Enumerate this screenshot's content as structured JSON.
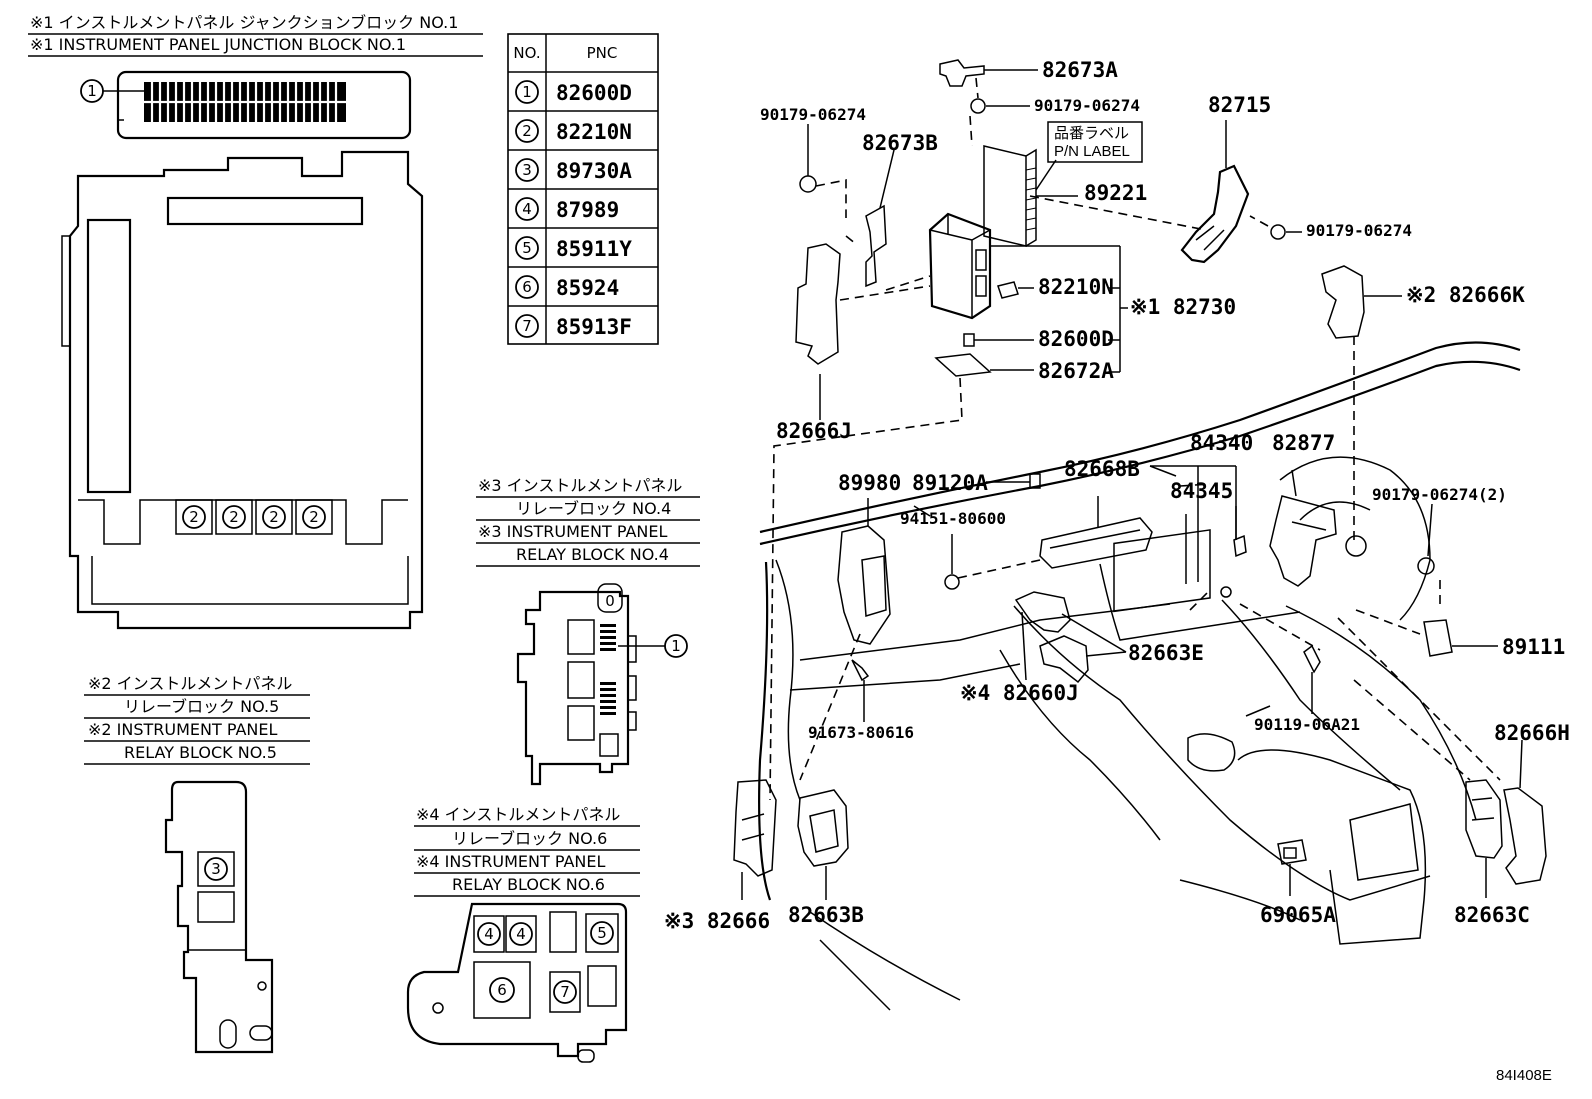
{
  "headings": {
    "jb1_jp": "※1 インストルメントパネル ジャンクションブロック NO.1",
    "jb1_en": "※1 INSTRUMENT PANEL JUNCTION BLOCK NO.1",
    "rb4_jp_1": "※3 インストルメントパネル",
    "rb4_jp_2": "リレーブロック NO.4",
    "rb4_en_1": "※3 INSTRUMENT PANEL",
    "rb4_en_2": "RELAY BLOCK NO.4",
    "rb5_jp_1": "※2 インストルメントパネル",
    "rb5_jp_2": "リレーブロック NO.5",
    "rb5_en_1": "※2 INSTRUMENT PANEL",
    "rb5_en_2": "RELAY BLOCK NO.5",
    "rb6_jp_1": "※4 インストルメントパネル",
    "rb6_jp_2": "リレーブロック NO.6",
    "rb6_en_1": "※4 INSTRUMENT PANEL",
    "rb6_en_2": "RELAY BLOCK NO.6"
  },
  "pnc_table": {
    "col_no": "NO.",
    "col_pnc": "PNC",
    "rows": [
      {
        "no": "1",
        "pnc": "82600D"
      },
      {
        "no": "2",
        "pnc": "82210N"
      },
      {
        "no": "3",
        "pnc": "89730A"
      },
      {
        "no": "4",
        "pnc": "87989"
      },
      {
        "no": "5",
        "pnc": "85911Y"
      },
      {
        "no": "6",
        "pnc": "85924"
      },
      {
        "no": "7",
        "pnc": "85913F"
      }
    ]
  },
  "pn_label": {
    "jp": "品番ラベル",
    "en": "P/N LABEL"
  },
  "callouts": {
    "c82673A": "82673A",
    "c90179_top": "90179-06274",
    "c90179_left": "90179-06274",
    "c82673B": "82673B",
    "c89221": "89221",
    "c82715": "82715",
    "c90179_right": "90179-06274",
    "c82210N": "82210N",
    "c82730": "※1 82730",
    "c82666K": "※2 82666K",
    "c82600D": "82600D",
    "c82672A": "82672A",
    "c82666J": "82666J",
    "c84340": "84340",
    "c82877": "82877",
    "c89980": "89980",
    "c89120A": "89120A",
    "c82668B": "82668B",
    "c84345": "84345",
    "c94151": "94151-80600",
    "c90179_2": "90179-06274(2)",
    "c89111": "89111",
    "c82663E": "82663E",
    "c82660J": "※4 82660J",
    "c91673": "91673-80616",
    "c90119": "90119-06A21",
    "c82666H": "82666H",
    "c82666": "※3 82666",
    "c82663B": "82663B",
    "c69065A": "69065A",
    "c82663C": "82663C"
  },
  "circle_nums": {
    "n1": "1",
    "n2": "2",
    "n3": "3",
    "n4": "4",
    "n5": "5",
    "n6": "6",
    "n7": "7",
    "n0": "0"
  },
  "figure_id": "84I408E"
}
